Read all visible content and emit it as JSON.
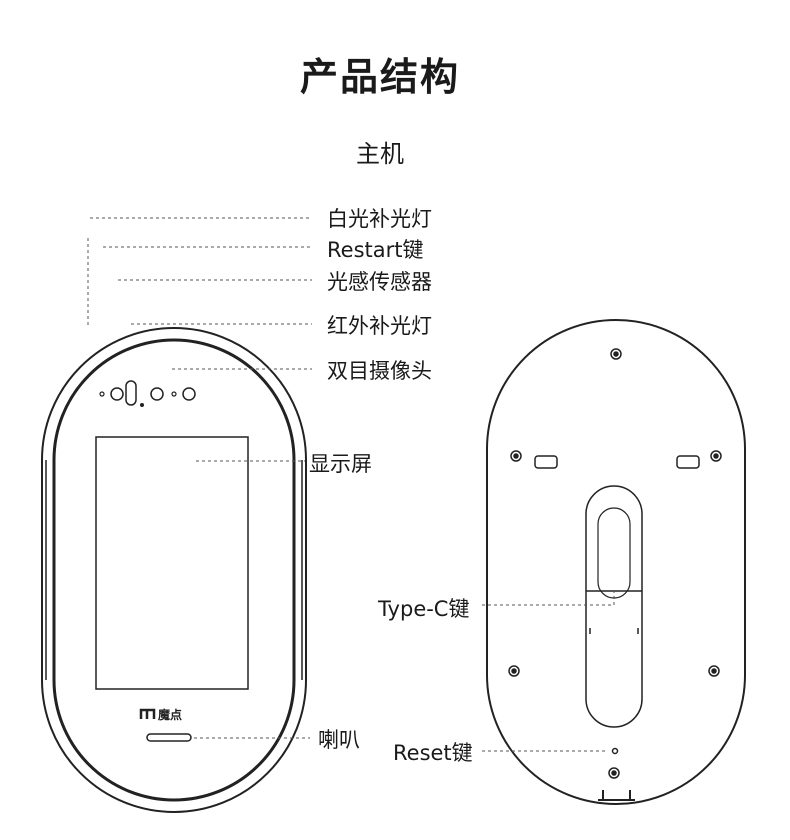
{
  "title": "产品结构",
  "subtitle": "主机",
  "brand": {
    "logo_text": "魔点"
  },
  "callouts": {
    "white_light": "白光补光灯",
    "restart": "Restart键",
    "light_sensor": "光感传感器",
    "ir_light": "红外补光灯",
    "dual_camera": "双目摄像头",
    "display": "显示屏",
    "speaker": "喇叭",
    "type_c": "Type-C键",
    "reset": "Reset键"
  },
  "colors": {
    "line": "#222222",
    "dash": "#555555",
    "text": "#1a1a1a",
    "background": "#ffffff"
  }
}
